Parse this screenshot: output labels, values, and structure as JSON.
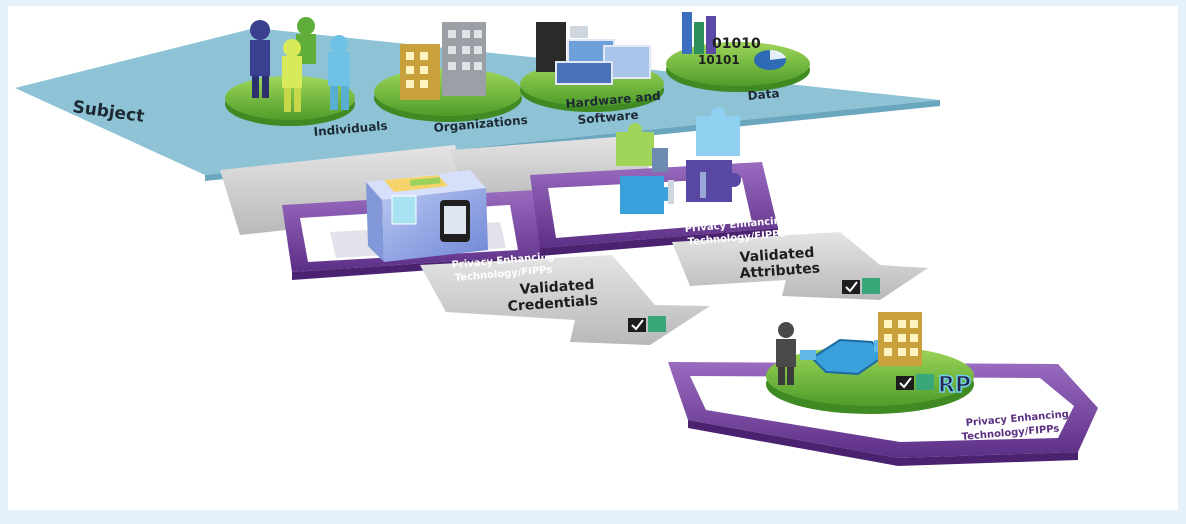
{
  "subject": {
    "label": "Subject",
    "categories": [
      {
        "label": "Individuals",
        "icon": "people-icon"
      },
      {
        "label": "Organizations",
        "icon": "buildings-icon"
      },
      {
        "label_line1": "Hardware and",
        "label_line2": "Software",
        "icon": "computer-icon"
      },
      {
        "label": "Data",
        "icon": "data-chart-icon",
        "digits_line1": "01010",
        "digits_line2": "10101"
      }
    ]
  },
  "credentials": {
    "pet_line1": "Privacy Enhancing",
    "pet_line2": "Technology/FIPPs",
    "arrow_line1": "Validated",
    "arrow_line2": "Credentials"
  },
  "attributes": {
    "pet_line1": "Privacy Enhancing",
    "pet_line2": "Technology/FIPPs",
    "arrow_line1": "Validated",
    "arrow_line2": "Attributes"
  },
  "relying_party": {
    "label": "RP",
    "pet_line1": "Privacy Enhancing",
    "pet_line2": "Technology/FIPPs"
  },
  "colors": {
    "plane": "#8ec3d6",
    "purple": "#7b4aa0",
    "purple_dark": "#5a2f82",
    "green_disc": "#6fbf3a",
    "arrow": "#cfcfcf"
  }
}
